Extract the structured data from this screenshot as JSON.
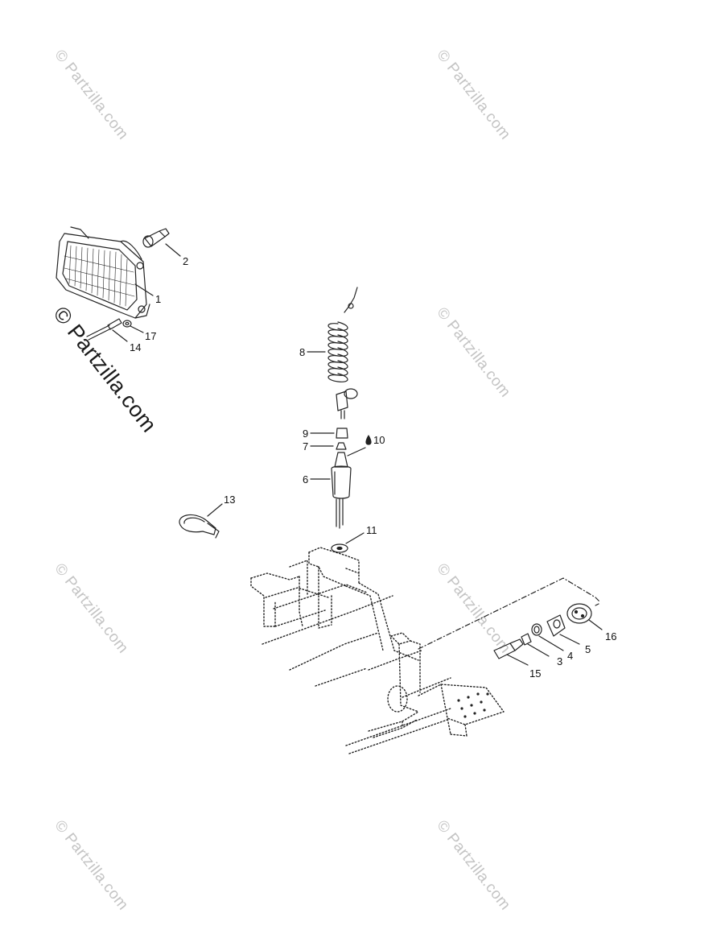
{
  "watermark": "© Partzilla.com",
  "watermark_big": "© Partzilla.com",
  "callouts": {
    "c1": "1",
    "c2": "2",
    "c3": "3",
    "c4": "4",
    "c5": "5",
    "c6": "6",
    "c7": "7",
    "c8": "8",
    "c9": "9",
    "c10": "10",
    "c11": "11",
    "c13": "13",
    "c14": "14",
    "c15": "15",
    "c16": "16",
    "c17": "17"
  },
  "icons": [
    "headlight-icon",
    "bulb-icon",
    "screw-icon",
    "washer-icon",
    "coiled-cable-icon",
    "tether-cap-icon",
    "switch-body-icon",
    "strap-icon",
    "key-icon",
    "ignition-switch-icon",
    "frame-icon"
  ],
  "colors": {
    "line": "#222222",
    "watermark": "#c4c4c4"
  }
}
